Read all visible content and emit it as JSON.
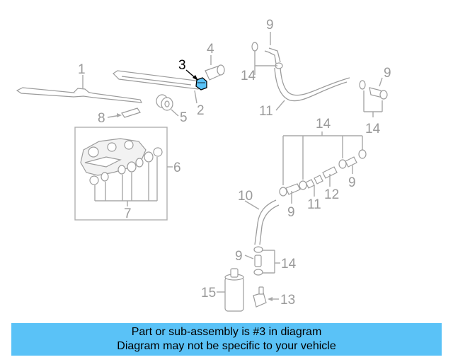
{
  "callouts": {
    "c1": "1",
    "c2": "2",
    "c3": "3",
    "c4": "4",
    "c5": "5",
    "c6": "6",
    "c7": "7",
    "c8": "8",
    "c9a": "9",
    "c9b": "9",
    "c9c": "9",
    "c9d": "9",
    "c9e": "9",
    "c10": "10",
    "c11a": "11",
    "c11b": "11",
    "c12": "12",
    "c13": "13",
    "c14a": "14",
    "c14b": "14",
    "c14c": "14",
    "c14d": "14",
    "c15": "15"
  },
  "highlight": {
    "part": "3",
    "color": "#5ac2f7"
  },
  "caption": {
    "line1": "Part or sub-assembly is #3 in diagram",
    "line2": "Diagram may not be specific to your vehicle",
    "background": "#5ac2f7"
  }
}
